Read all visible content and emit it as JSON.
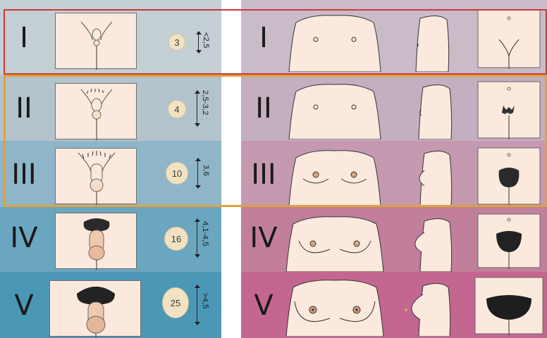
{
  "colors": {
    "left_row_bgs": [
      "#c4cfd4",
      "#b3c3cc",
      "#8fb6c8",
      "#6aa6bf",
      "#4b97b6"
    ],
    "right_row_bgs": [
      "#c9bcc8",
      "#c4aebf",
      "#c59ab0",
      "#c27f9c",
      "#c46790"
    ],
    "card_fill": "#fbe9de",
    "volume_fill": "#f3e2c2",
    "outline_red": "#c8383d",
    "outline_orange": "#e0a23a"
  },
  "male": {
    "stages": [
      {
        "numeral": "I",
        "volume": "3",
        "length": "<2,5"
      },
      {
        "numeral": "II",
        "volume": "4",
        "length": "2,5-3,2"
      },
      {
        "numeral": "III",
        "volume": "10",
        "length": "3,6"
      },
      {
        "numeral": "IV",
        "volume": "16",
        "length": "4,1-4,5"
      },
      {
        "numeral": "V",
        "volume": "25",
        "length": ">4,5"
      }
    ]
  },
  "female": {
    "stages": [
      {
        "numeral": "I"
      },
      {
        "numeral": "II"
      },
      {
        "numeral": "III"
      },
      {
        "numeral": "IV"
      },
      {
        "numeral": "V"
      }
    ]
  },
  "icons": {
    "male_figure": "male-genital-icon",
    "female_chest": "chest-icon",
    "female_profile": "breast-profile-icon",
    "female_pubic": "pubic-hair-icon"
  }
}
